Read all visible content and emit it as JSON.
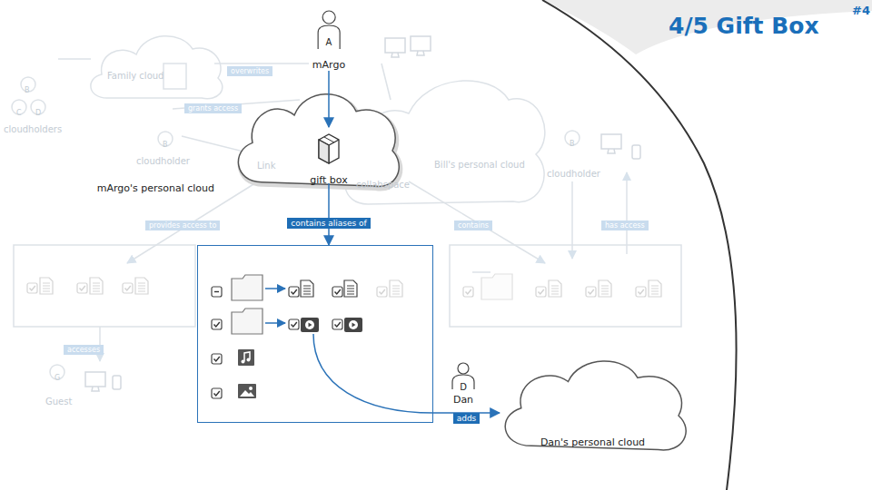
{
  "diagram": {
    "title": "4/5 Gift Box",
    "nodes": [
      {
        "text": [
          "A",
          "mArgo"
        ]
      },
      {
        "text": [
          "mArgo's personal cloud"
        ]
      },
      {
        "text": [
          "gift box"
        ],
        "in": 1
      },
      {
        "text": []
      },
      {
        "text": [
          "D",
          "Dan"
        ]
      },
      {
        "text": [
          "Dan's personal cloud"
        ]
      }
    ],
    "edges": [
      {
        "from": 0,
        "to": 2,
        "arrow": "to"
      },
      {
        "from": 2,
        "to": 3,
        "label": "contains aliases of",
        "arrow": "to"
      },
      {
        "from": 3,
        "to": 5,
        "label": "adds",
        "arrow": "to"
      }
    ],
    "labels": [
      "#4",
      "Family cloud",
      "B",
      "C",
      "D",
      "cloudholders",
      "B",
      "cloudholder",
      "Link",
      "collabspace",
      "Bill's personal cloud",
      "B",
      "cloudholder",
      "G",
      "Guest",
      "overwrites",
      "grants access",
      "provides access to",
      "contains",
      "has access",
      "accesses"
    ]
  }
}
